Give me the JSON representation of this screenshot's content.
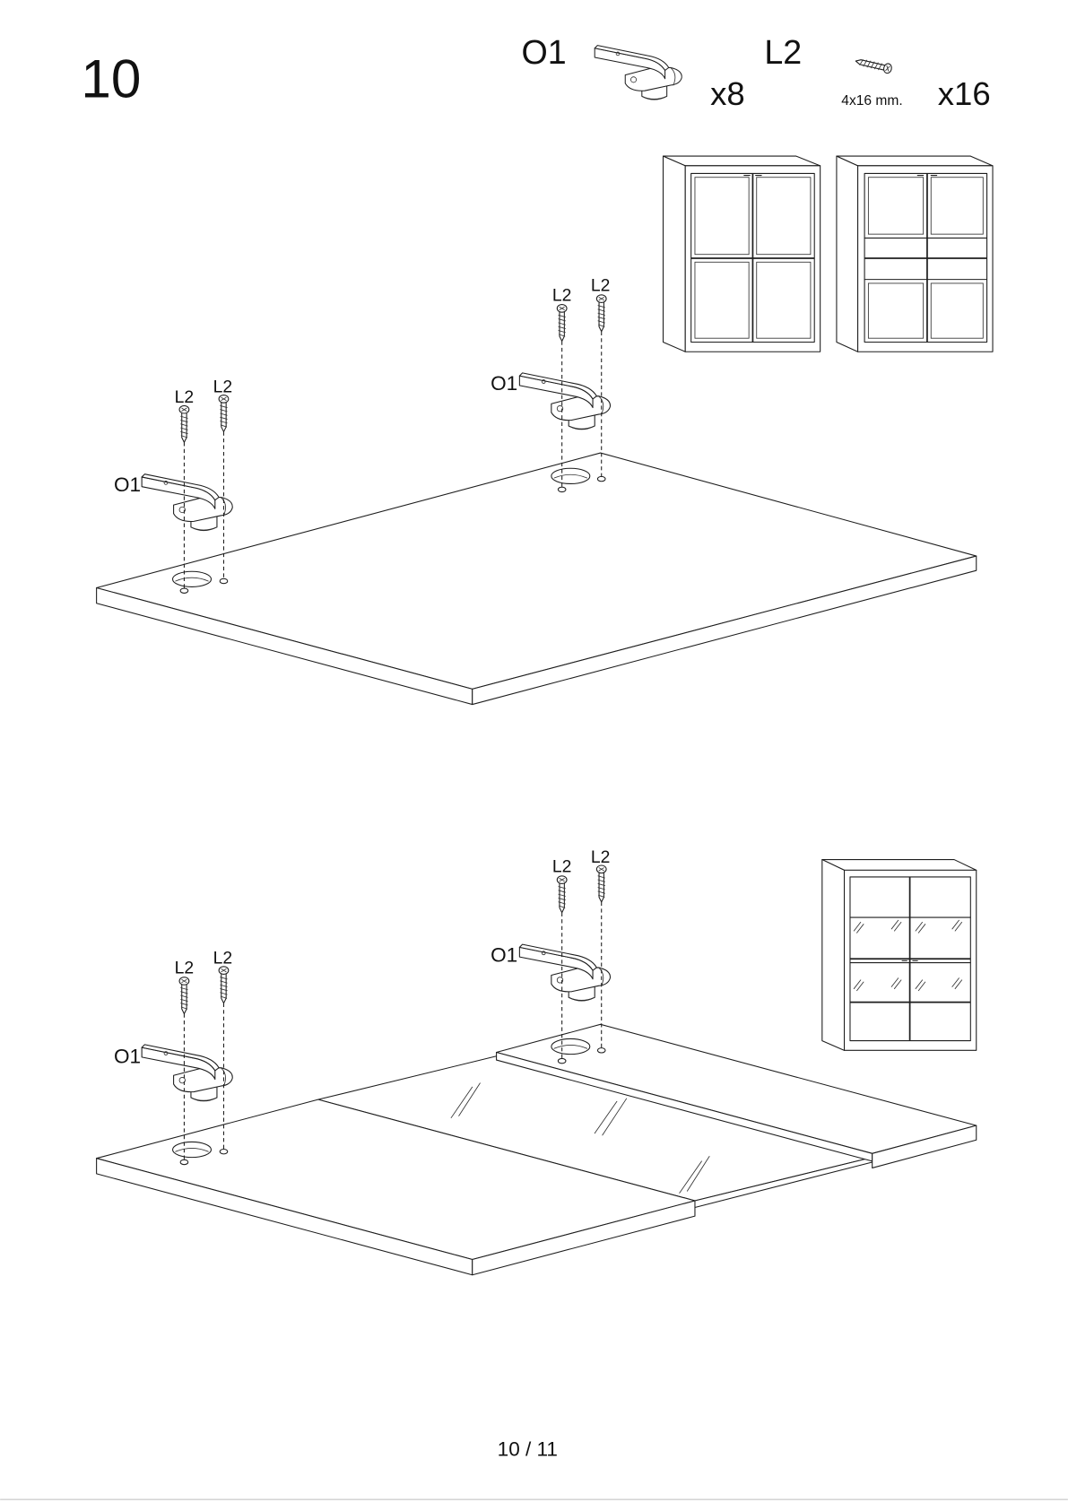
{
  "step": {
    "number": "10"
  },
  "parts": {
    "hinge": {
      "code": "O1",
      "quantity": "x8",
      "icon": "hinge-icon"
    },
    "screw": {
      "code": "L2",
      "size": "4x16 mm.",
      "quantity": "x16",
      "icon": "screw-icon"
    }
  },
  "diagrams": {
    "upper": {
      "hinge_labels": [
        "O1",
        "O1"
      ],
      "screw_labels": [
        "L2",
        "L2",
        "L2",
        "L2"
      ],
      "reference_icon": "cabinet-icon"
    },
    "lower": {
      "hinge_labels": [
        "O1",
        "O1"
      ],
      "screw_labels": [
        "L2",
        "L2",
        "L2",
        "L2"
      ],
      "reference_icon": "glass-cabinet-icon"
    }
  },
  "footer": {
    "page": "10 / 11"
  },
  "colors": {
    "line": "#1e1e1e",
    "background": "#ffffff"
  }
}
